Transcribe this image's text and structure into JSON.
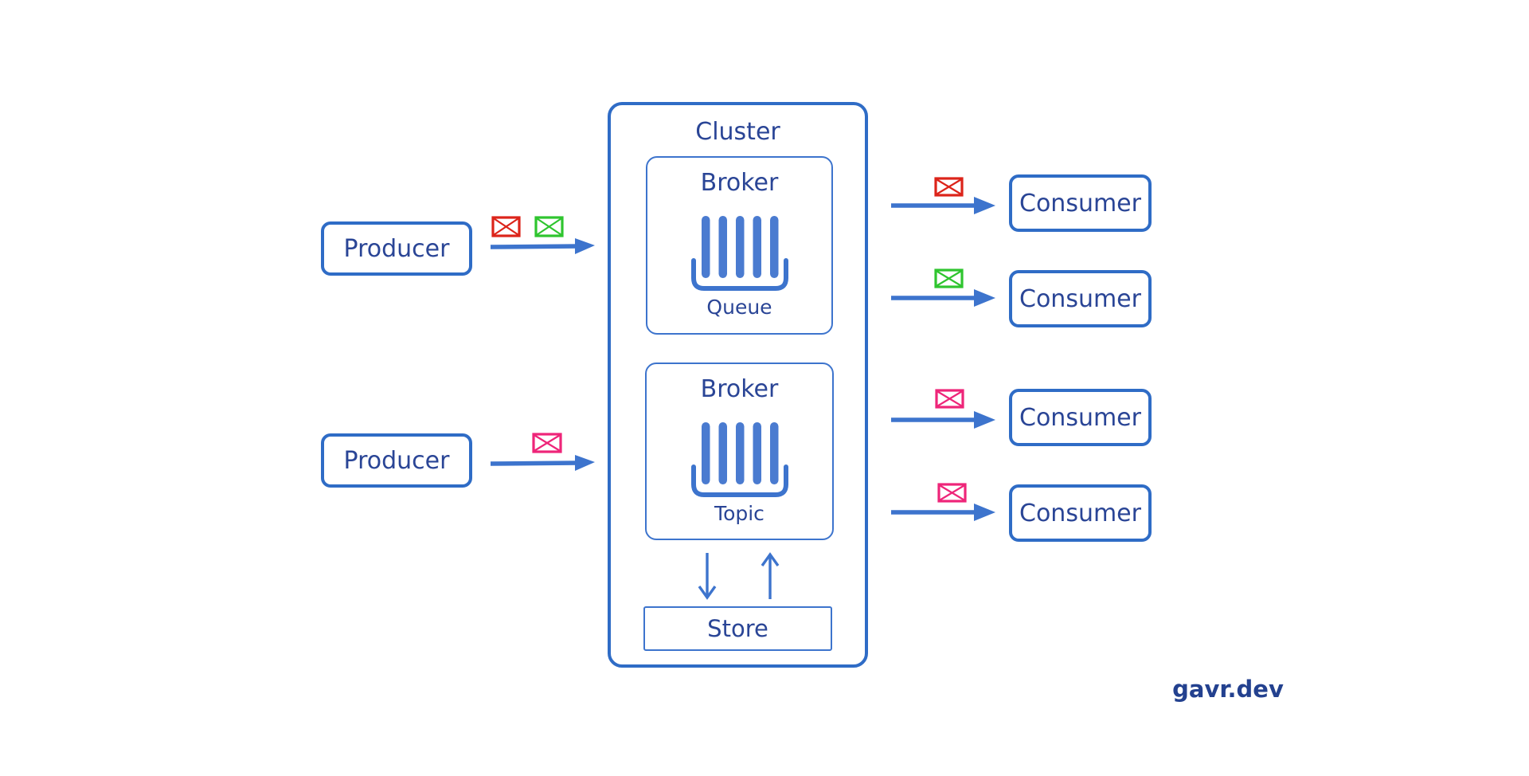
{
  "producers": [
    {
      "label": "Producer",
      "messages": [
        "red",
        "green"
      ]
    },
    {
      "label": "Producer",
      "messages": [
        "pink"
      ]
    }
  ],
  "cluster": {
    "label": "Cluster",
    "brokers": [
      {
        "label": "Broker",
        "type": "Queue"
      },
      {
        "label": "Broker",
        "type": "Topic"
      }
    ],
    "store": {
      "label": "Store"
    }
  },
  "consumers": [
    {
      "label": "Consumer",
      "message": "red"
    },
    {
      "label": "Consumer",
      "message": "green"
    },
    {
      "label": "Consumer",
      "message": "pink"
    },
    {
      "label": "Consumer",
      "message": "pink"
    }
  ],
  "branding": {
    "label": "gavr.dev"
  },
  "colors": {
    "box_border": "#2f6cc6",
    "label_text": "#2a4596",
    "arrow_blue": "#3d74cd",
    "broker_bar": "#4a7bd0",
    "message_red": "#dc241a",
    "message_green": "#2fc52f",
    "message_pink": "#ee2579",
    "brand_text": "#23418f"
  }
}
